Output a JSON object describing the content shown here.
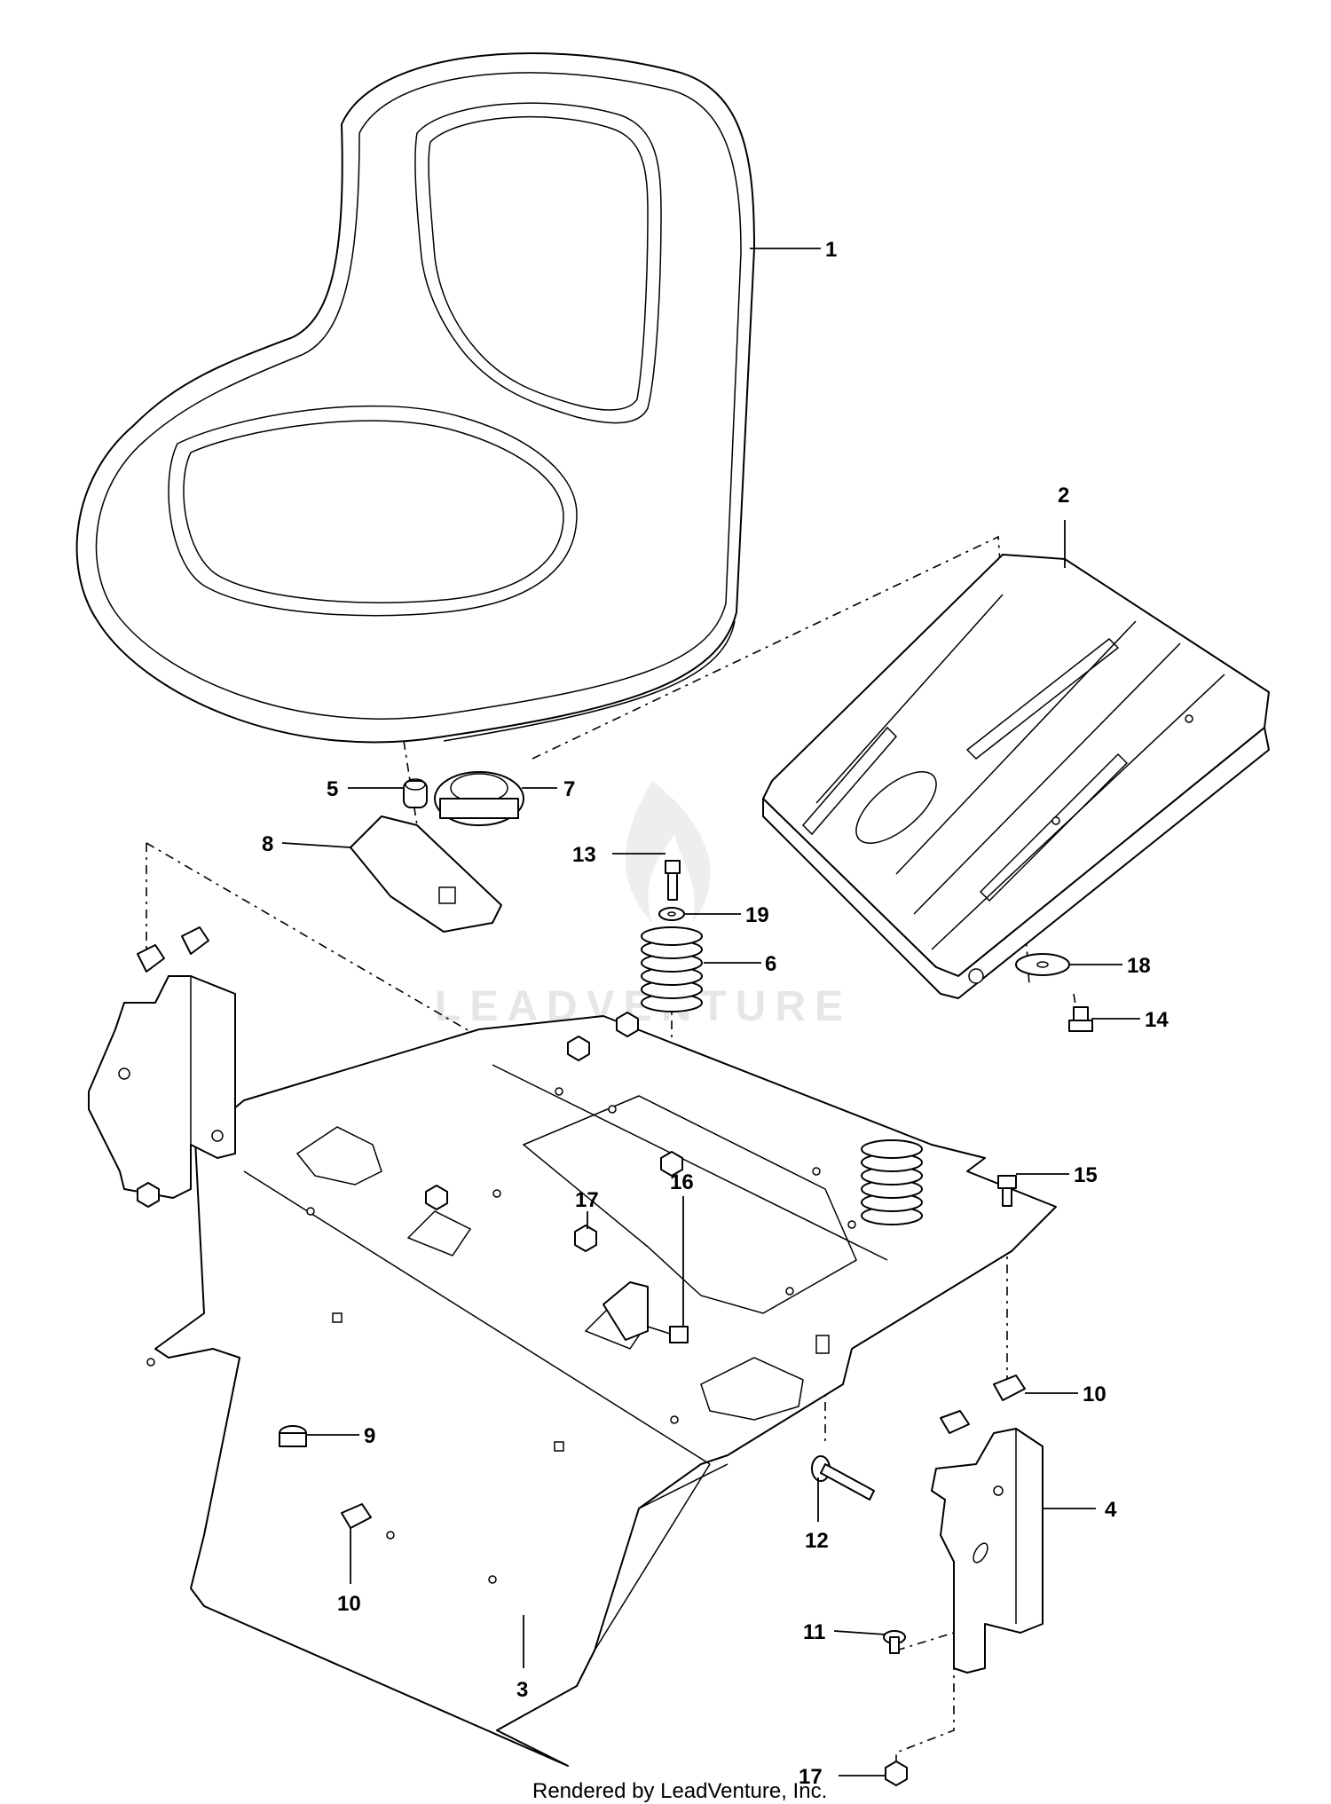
{
  "diagram": {
    "callouts": [
      {
        "id": "c1",
        "label": "1"
      },
      {
        "id": "c2",
        "label": "2"
      },
      {
        "id": "c3",
        "label": "3"
      },
      {
        "id": "c4",
        "label": "4"
      },
      {
        "id": "c5",
        "label": "5"
      },
      {
        "id": "c6",
        "label": "6"
      },
      {
        "id": "c7",
        "label": "7"
      },
      {
        "id": "c8",
        "label": "8"
      },
      {
        "id": "c9",
        "label": "9"
      },
      {
        "id": "c10a",
        "label": "10"
      },
      {
        "id": "c10b",
        "label": "10"
      },
      {
        "id": "c11",
        "label": "11"
      },
      {
        "id": "c12",
        "label": "12"
      },
      {
        "id": "c13",
        "label": "13"
      },
      {
        "id": "c14",
        "label": "14"
      },
      {
        "id": "c15",
        "label": "15"
      },
      {
        "id": "c16",
        "label": "16"
      },
      {
        "id": "c17a",
        "label": "17"
      },
      {
        "id": "c17b",
        "label": "17"
      },
      {
        "id": "c18",
        "label": "18"
      },
      {
        "id": "c19",
        "label": "19"
      }
    ],
    "watermark": "LEADVENTURE",
    "footer": "Rendered by LeadVenture, Inc."
  }
}
